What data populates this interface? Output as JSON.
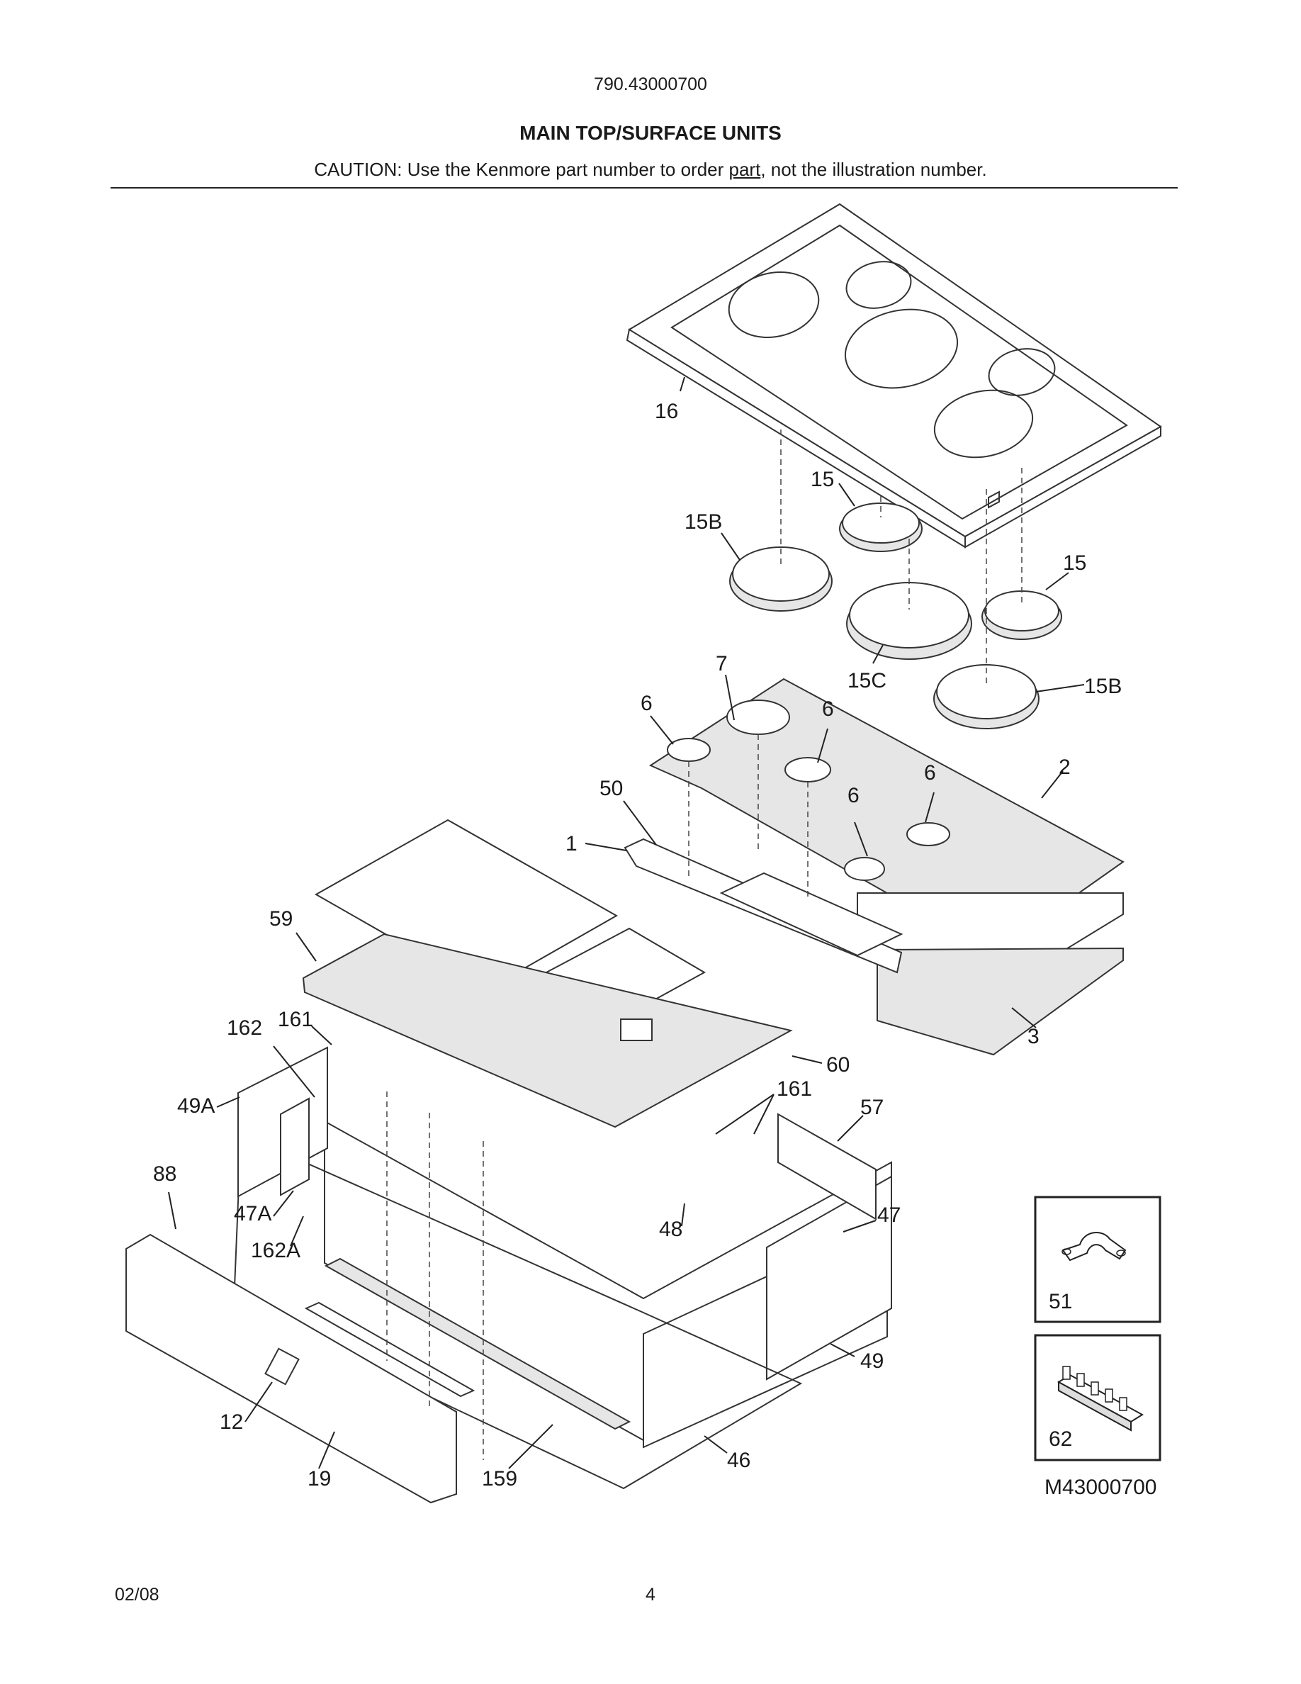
{
  "header": {
    "model_number": "790.43000700",
    "title": "MAIN TOP/SURFACE UNITS",
    "caution_before": "CAUTION: Use the Kenmore part number to order ",
    "caution_underlined": "part",
    "caution_after": ", not the illustration number."
  },
  "parts": [
    {
      "id": "16",
      "label": "16"
    },
    {
      "id": "15_a",
      "label": "15"
    },
    {
      "id": "15b_a",
      "label": "15B"
    },
    {
      "id": "15_b",
      "label": "15"
    },
    {
      "id": "7",
      "label": "7"
    },
    {
      "id": "15c",
      "label": "15C"
    },
    {
      "id": "15b_b",
      "label": "15B"
    },
    {
      "id": "6_a",
      "label": "6"
    },
    {
      "id": "6_b",
      "label": "6"
    },
    {
      "id": "2",
      "label": "2"
    },
    {
      "id": "50",
      "label": "50"
    },
    {
      "id": "6_c",
      "label": "6"
    },
    {
      "id": "6_d",
      "label": "6"
    },
    {
      "id": "1",
      "label": "1"
    },
    {
      "id": "59",
      "label": "59"
    },
    {
      "id": "162",
      "label": "162"
    },
    {
      "id": "161_a",
      "label": "161"
    },
    {
      "id": "3",
      "label": "3"
    },
    {
      "id": "60",
      "label": "60"
    },
    {
      "id": "49a",
      "label": "49A"
    },
    {
      "id": "161_b",
      "label": "161"
    },
    {
      "id": "57",
      "label": "57"
    },
    {
      "id": "88",
      "label": "88"
    },
    {
      "id": "47a",
      "label": "47A"
    },
    {
      "id": "48",
      "label": "48"
    },
    {
      "id": "47",
      "label": "47"
    },
    {
      "id": "162a",
      "label": "162A"
    },
    {
      "id": "49",
      "label": "49"
    },
    {
      "id": "12",
      "label": "12"
    },
    {
      "id": "19",
      "label": "19"
    },
    {
      "id": "159",
      "label": "159"
    },
    {
      "id": "46",
      "label": "46"
    }
  ],
  "inset_boxes": [
    {
      "id": "51",
      "label": "51",
      "icon": "pipe-clamp-icon"
    },
    {
      "id": "62",
      "label": "62",
      "icon": "terminal-block-icon"
    }
  ],
  "figure_code": "M43000700",
  "footer": {
    "date": "02/08",
    "page": "4"
  }
}
